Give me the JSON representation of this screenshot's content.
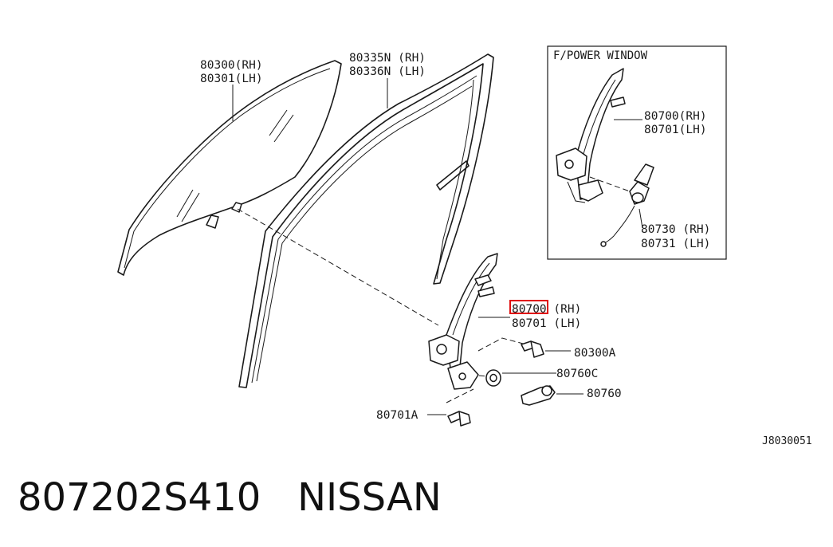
{
  "labels": {
    "glass_rh": "80300(RH)",
    "glass_lh": "80301(LH)",
    "sash_rh": "80335N (RH)",
    "sash_lh": "80336N (LH)",
    "regulator_rh": "80700 (RH)",
    "regulator_lh": "80701 (LH)",
    "bolt_a": "80300A",
    "washer": "80760C",
    "handle": "80760",
    "bolt_b": "80701A"
  },
  "inset": {
    "title": "F/POWER WINDOW",
    "regulator_rh": "80700(RH)",
    "regulator_lh": "80701(LH)",
    "motor_rh": "80730 (RH)",
    "motor_lh": "80731 (LH)"
  },
  "reference_code": "J8030051",
  "footer": {
    "part_number": "807202S410",
    "brand": "NISSAN"
  },
  "colors": {
    "highlight": "#e01010",
    "linework": "#1a1a1a"
  }
}
